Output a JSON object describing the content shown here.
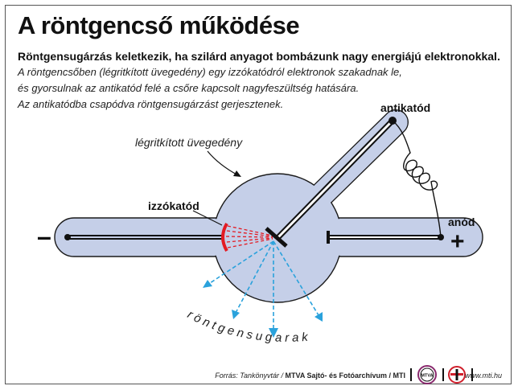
{
  "title": "A röntgencső működése",
  "subtitle": "Röntgensugárzás keletkezik, ha szilárd anyagot bombázunk nagy energiájú elektronokkal.",
  "description": [
    "A röntgencsőben (légritkított üvegedény) egy izzókatódról elektronok szakadnak le,",
    "és gyorsulnak az antikatód felé a csőre kapcsolt nagyfeszültség hatására.",
    "Az antikatódba csapódva röntgensugárzást gerjesztenek."
  ],
  "labels": {
    "vessel": "légritkított üvegedény",
    "cathode": "izzókatód",
    "anticathode": "antikatód",
    "anode": "anód",
    "minus": "–",
    "plus": "+",
    "xrays": "röntgensugarak"
  },
  "footer": {
    "source_prefix": "Forrás: Tankönyvtár / ",
    "source_org": "MTVA Sajtó- és Fotóarchívum / MTI",
    "logo_text": "MTVA",
    "website": "www.mti.hu"
  },
  "colors": {
    "glass": "#c5cfe8",
    "glass_stroke": "#1a1a1a",
    "electron": "#e31b23",
    "xray": "#2aa2dc",
    "metal": "#111111"
  }
}
